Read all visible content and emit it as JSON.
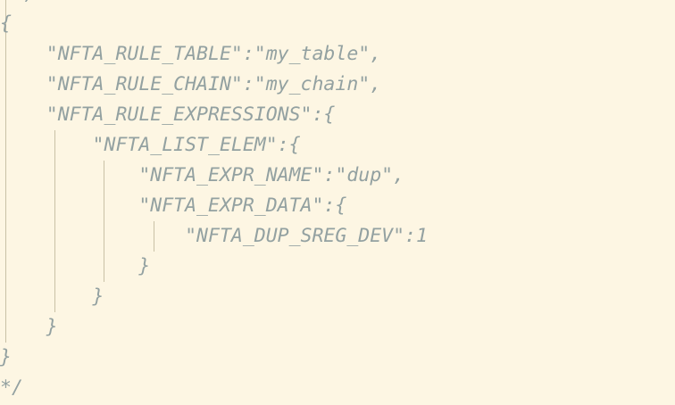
{
  "code": {
    "lines": [
      "  ,",
      "{",
      "    \"NFTA_RULE_TABLE\":\"my_table\",",
      "    \"NFTA_RULE_CHAIN\":\"my_chain\",",
      "    \"NFTA_RULE_EXPRESSIONS\":{",
      "        \"NFTA_LIST_ELEM\":{",
      "            \"NFTA_EXPR_NAME\":\"dup\",",
      "            \"NFTA_EXPR_DATA\":{",
      "                \"NFTA_DUP_SREG_DEV\":1",
      "            }",
      "        }",
      "    }",
      "}",
      "*/"
    ]
  },
  "colors": {
    "background": "#fdf6e3",
    "comment_text": "#93a1a1",
    "indent_guide": "#c9c1a6"
  }
}
